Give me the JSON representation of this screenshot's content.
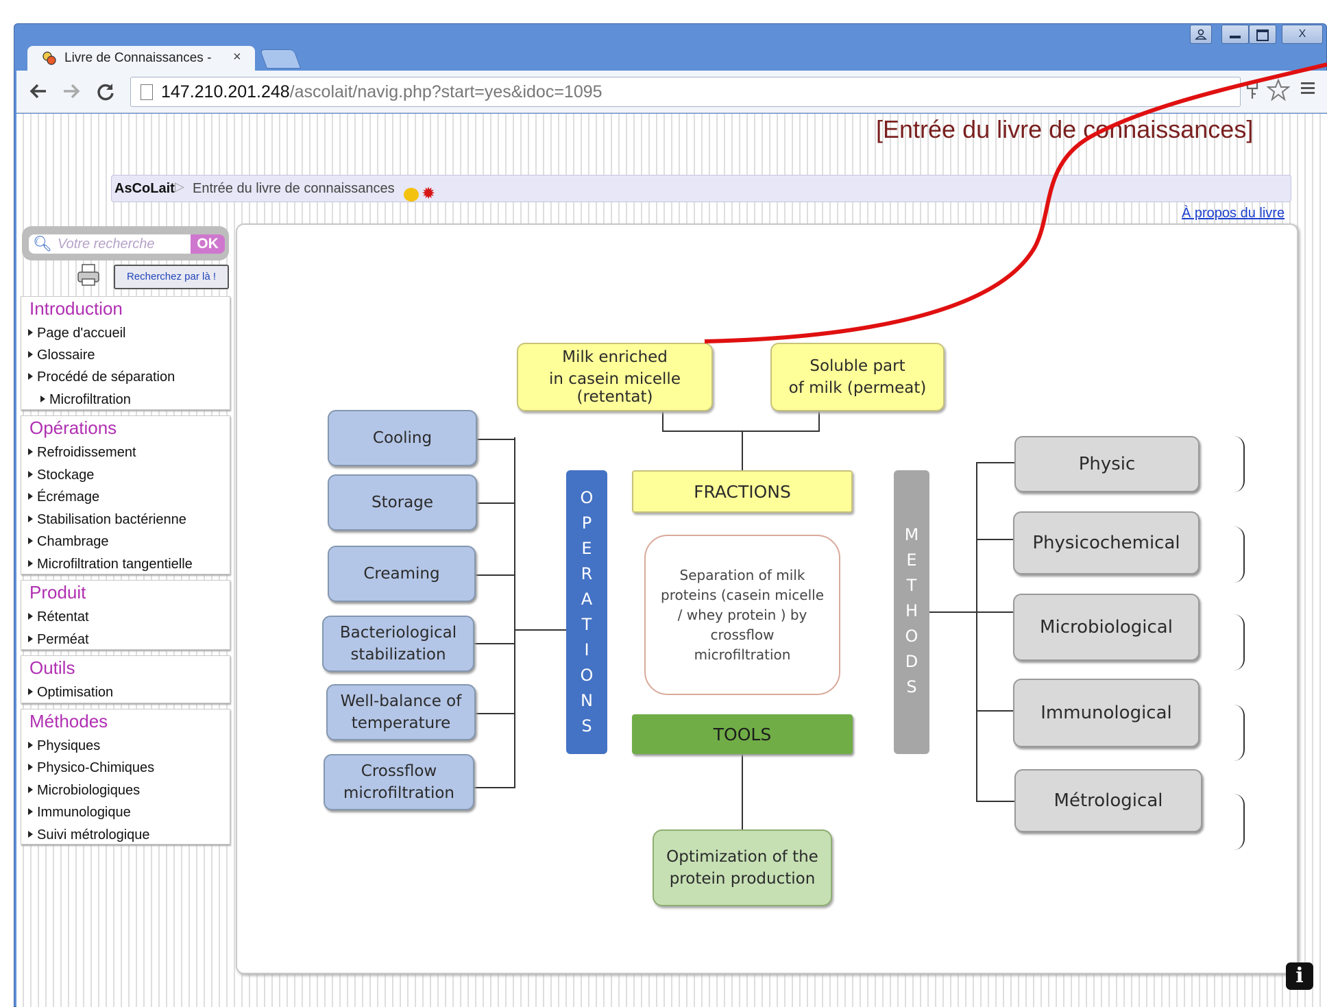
{
  "browser": {
    "tab_title": "Livre de Connaissances - ",
    "tab_close": "×",
    "url_host": "147.210.201.248",
    "url_path": "/ascolait/navig.php?start=yes&idoc=1095",
    "window_controls": [
      "user-icon",
      "minimize-icon",
      "maximize-icon",
      "close-icon"
    ],
    "close_glyph": "X"
  },
  "page": {
    "header_title": "[Entrée du livre de connaissances]",
    "breadcrumb": {
      "root": "AsCoLait",
      "separator": "▷",
      "current": "Entrée du livre de connaissances"
    },
    "about_link": "À propos du livre"
  },
  "sidebar": {
    "search": {
      "placeholder": "Votre recherche",
      "ok_label": "OK"
    },
    "search_link": "Recherchez par là !",
    "sections": [
      {
        "title": "Introduction",
        "items": [
          "Page d'accueil",
          "Glossaire",
          "Procédé de séparation"
        ],
        "subitems": [
          "Microfiltration"
        ]
      },
      {
        "title": "Opérations",
        "items": [
          "Refroidissement",
          "Stockage",
          "Écrémage",
          "Stabilisation bactérienne",
          "Chambrage",
          "Microfiltration tangentielle"
        ]
      },
      {
        "title": "Produit",
        "items": [
          "Rétentat",
          "Perméat"
        ]
      },
      {
        "title": "Outils",
        "items": [
          "Optimisation"
        ]
      },
      {
        "title": "Méthodes",
        "items": [
          "Physiques",
          "Physico-Chimiques",
          "Microbiologiques",
          "Immunologique",
          "Suivi métrologique"
        ]
      }
    ]
  },
  "diagram": {
    "retentat": [
      "Milk enriched",
      "in casein micelle (retentat)"
    ],
    "permeat": [
      "Soluble part",
      "of milk  (permeat)"
    ],
    "fractions": "FRACTIONS",
    "tools": "TOOLS",
    "center": [
      "Separation of milk",
      "proteins (casein micelle",
      "/ whey protein ) by",
      "crossflow",
      "microfiltration"
    ],
    "optimization": [
      "Optimization of the",
      "protein production"
    ],
    "operations_letters": [
      "O",
      "P",
      "E",
      "R",
      "A",
      "T",
      "I",
      "O",
      "N",
      "S"
    ],
    "methods_letters": [
      "M",
      "E",
      "T",
      "H",
      "O",
      "D",
      "S"
    ],
    "operations": [
      [
        "Cooling"
      ],
      [
        "Storage"
      ],
      [
        "Creaming"
      ],
      [
        "Bacteriological",
        "stabilization"
      ],
      [
        "Well-balance of",
        "temperature"
      ],
      [
        "Crossflow",
        "microfiltration"
      ]
    ],
    "methods": [
      "Physic",
      "Physicochemical",
      "Microbiological",
      "Immunological",
      "Métrological"
    ]
  },
  "colors": {
    "chrome_blue": "#5f8fd6",
    "section_title": "#b02fb2",
    "header_title": "#7a1f1f",
    "operations_blue": "#4472c4",
    "op_box": "#b4c6e7",
    "fraction_yellow": "#ffff99",
    "tools_green": "#70ad47",
    "methods_gray": "#a6a6a6",
    "annotation_red": "#e01010"
  }
}
